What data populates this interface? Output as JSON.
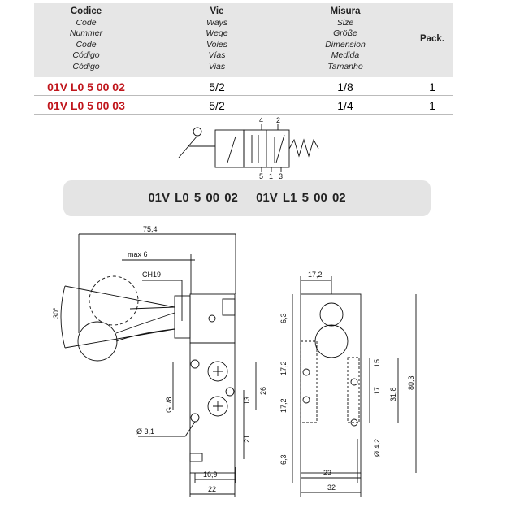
{
  "table": {
    "headers": [
      {
        "title": "Codice",
        "sub": [
          "Code",
          "Nummer",
          "Code",
          "Código",
          "Código"
        ]
      },
      {
        "title": "Vie",
        "sub": [
          "Ways",
          "Wege",
          "Voies",
          "Vías",
          "Vias"
        ]
      },
      {
        "title": "Misura",
        "sub": [
          "Size",
          "Größe",
          "Dimension",
          "Medida",
          "Tamanho"
        ]
      },
      {
        "title": "Pack.",
        "sub": []
      }
    ],
    "rows": [
      {
        "code": "01V L0 5 00 02",
        "ways": "5/2",
        "size": "1/8",
        "pack": "1"
      },
      {
        "code": "01V L0 5 00 03",
        "ways": "5/2",
        "size": "1/4",
        "pack": "1"
      }
    ]
  },
  "symbol": {
    "ports_top": [
      "4",
      "2"
    ],
    "ports_bottom": [
      "5",
      "1",
      "3"
    ]
  },
  "banner": {
    "codes": [
      "01V L0 5 00 02",
      "01V L1 5 00 02"
    ]
  },
  "dimensions": {
    "left": {
      "overall": "75,4",
      "max": "max 6",
      "hex": "CH19",
      "angle": "30°",
      "thread": "G1/8",
      "hole": "Ø 3,1",
      "d26": "26",
      "d13": "13",
      "d21": "21",
      "d16": "16,9",
      "d22": "22"
    },
    "right": {
      "d17_2": "17,2",
      "d6_3a": "6,3",
      "d17_2a": "17,2",
      "d17_2b": "17,2",
      "d6_3b": "6,3",
      "d15": "15",
      "d17": "17",
      "d31_8": "31,8",
      "d80_3": "80,3",
      "d4_2": "Ø 4,2",
      "d23": "23",
      "d32": "32"
    }
  },
  "colors": {
    "code": "#c0161c",
    "header_bg": "#e6e6e6"
  }
}
